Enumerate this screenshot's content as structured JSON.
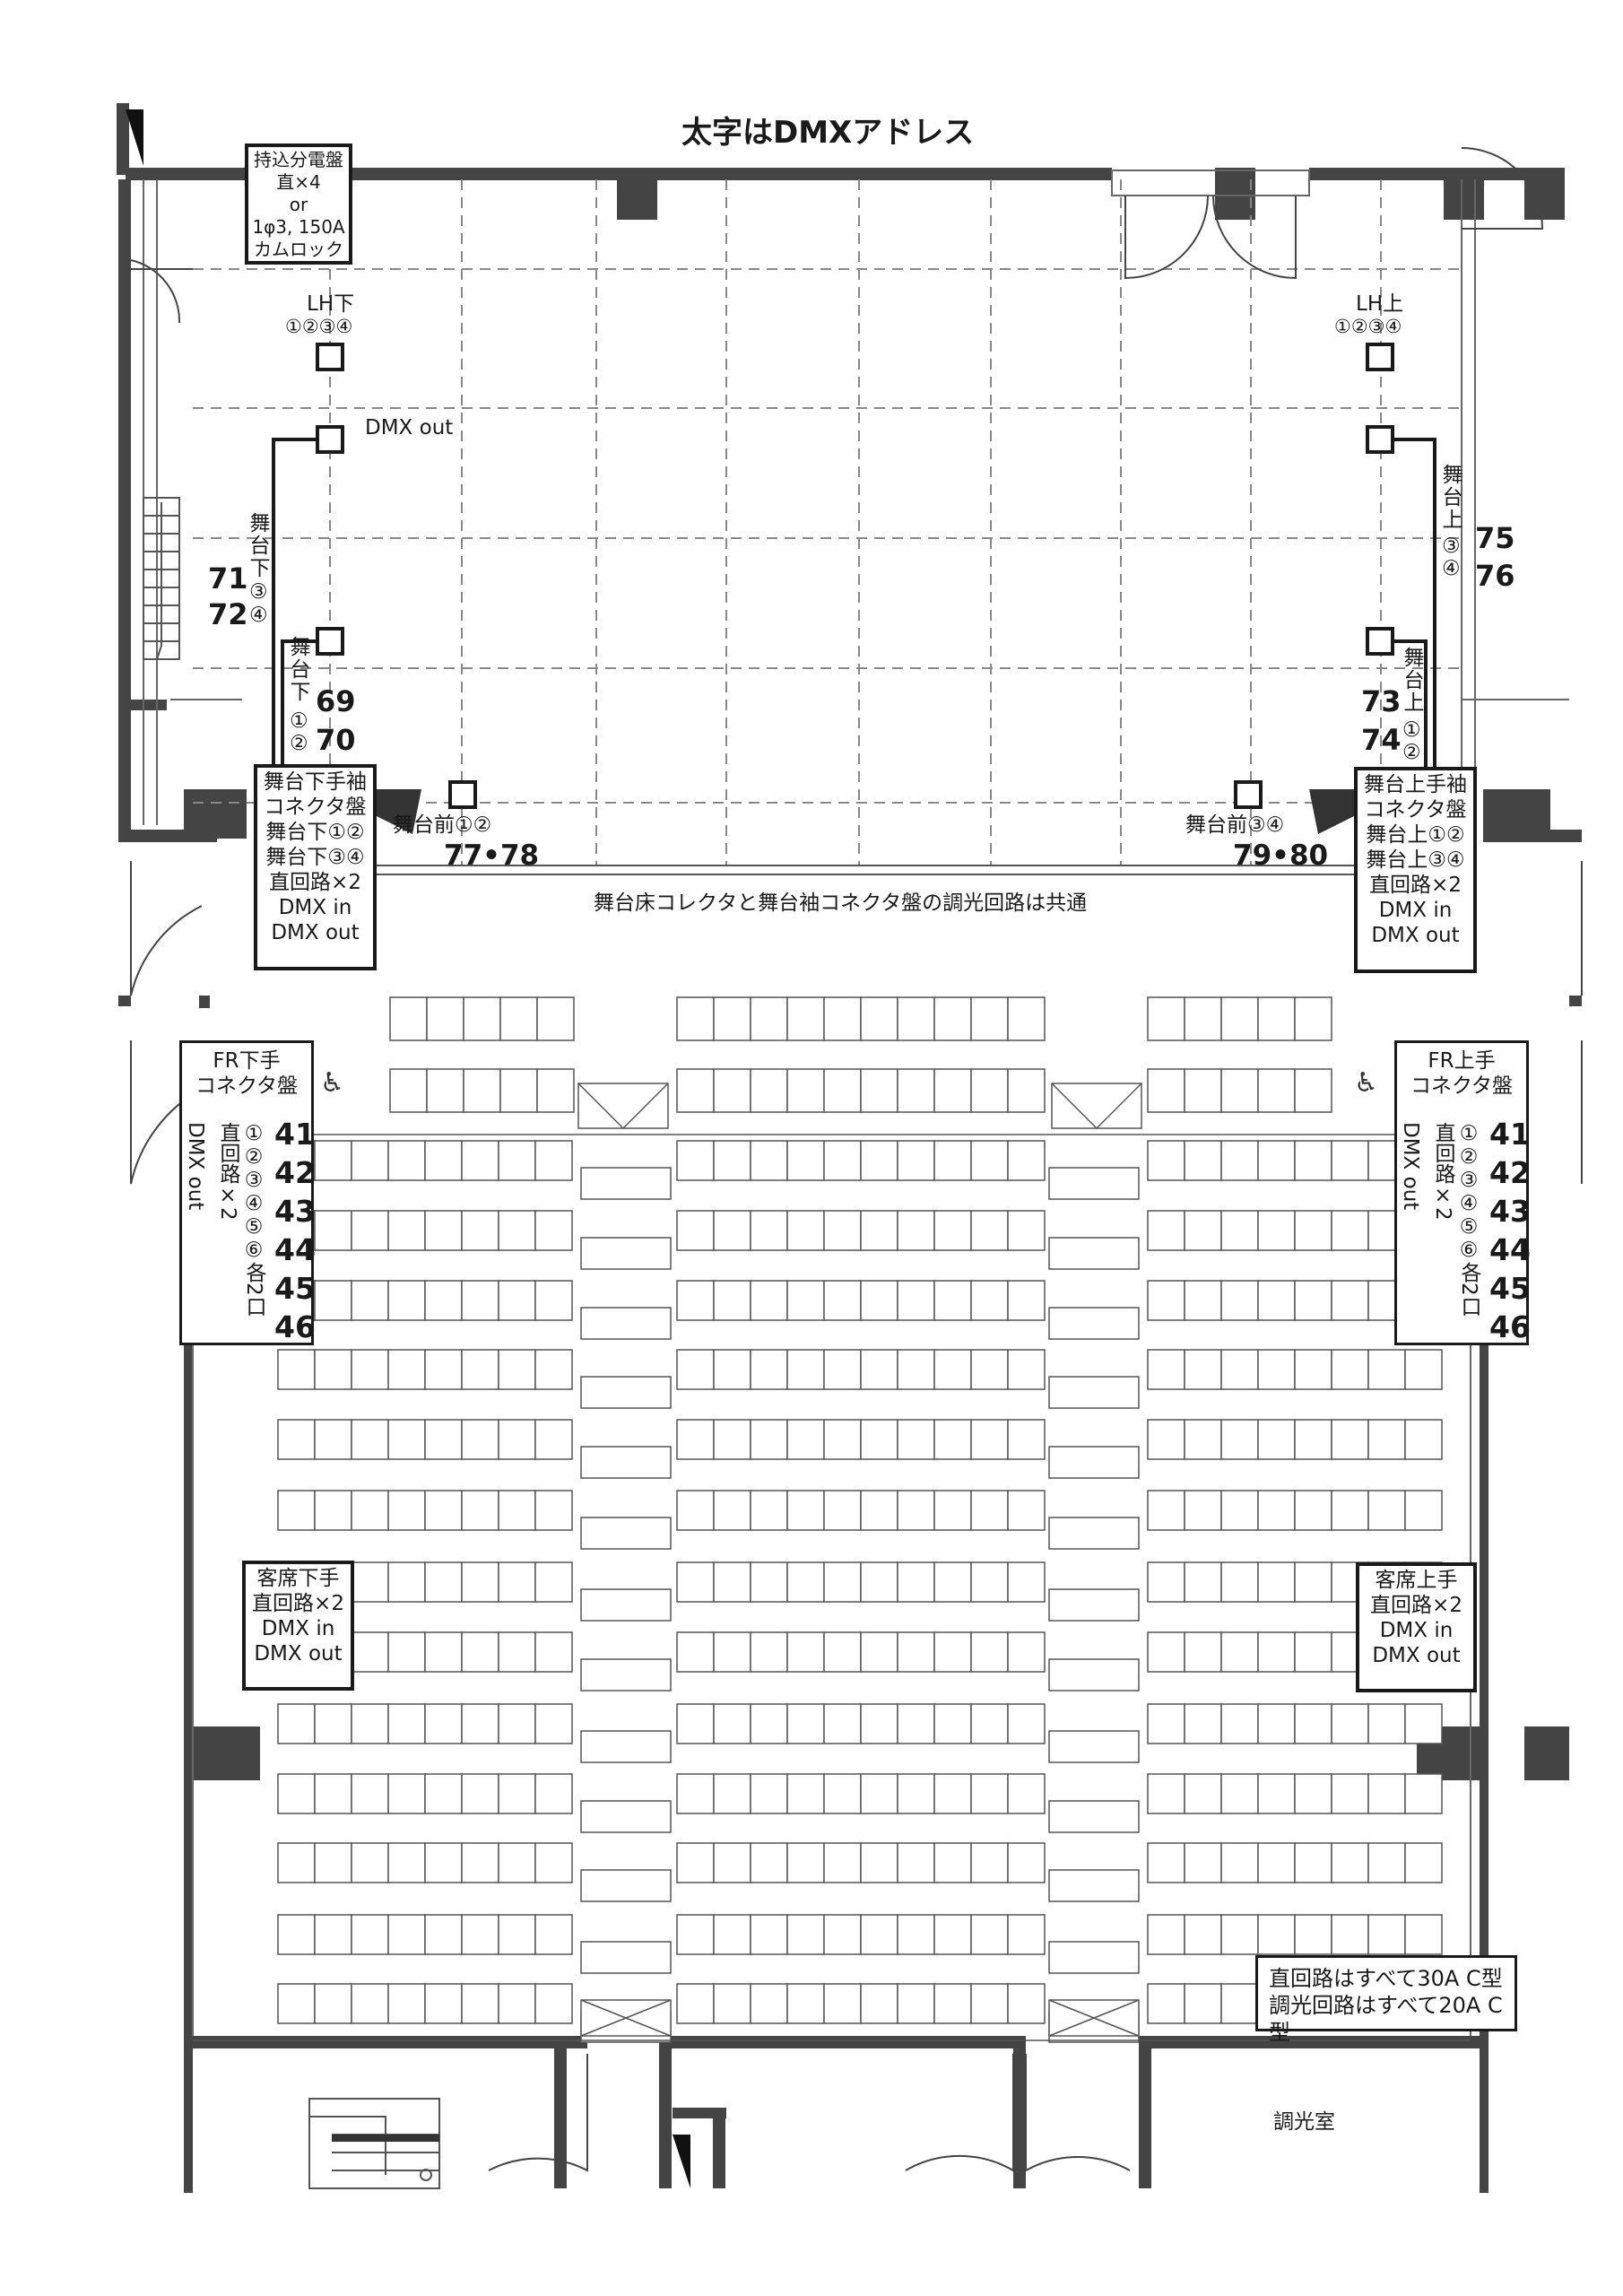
{
  "title": "太字はDMXアドレス",
  "power_panel": [
    "持込分電盤",
    "直×4",
    "or",
    "1φ3, 150A",
    "カムロック"
  ],
  "lh_left": {
    "label": "LH下",
    "circuits": "①②③④"
  },
  "lh_right": {
    "label": "LH上",
    "circuits": "①②③④"
  },
  "dmx_out": "DMX out",
  "stage_left_upper": {
    "vertical": [
      "舞",
      "台",
      "下"
    ],
    "addr": [
      "71",
      "72"
    ],
    "circ": [
      "③",
      "④"
    ]
  },
  "stage_left_lower": {
    "vertical": [
      "舞",
      "台",
      "下"
    ],
    "addr": [
      "69",
      "70"
    ],
    "circ": [
      "①",
      "②"
    ]
  },
  "stage_right_upper": {
    "vertical": [
      "舞",
      "台",
      "上"
    ],
    "circ": [
      "③",
      "④"
    ],
    "addr": [
      "75",
      "76"
    ]
  },
  "stage_right_lower": {
    "vertical": [
      "舞",
      "台",
      "上"
    ],
    "circ": [
      "①",
      "②"
    ],
    "addr": [
      "73",
      "74"
    ]
  },
  "front_left": {
    "label": "舞台前①②",
    "addr": "77•78"
  },
  "front_right": {
    "label": "舞台前③④",
    "addr": "79•80"
  },
  "wing_left": [
    "舞台下手袖",
    "コネクタ盤",
    "舞台下①②",
    "舞台下③④",
    "直回路×2",
    "DMX in",
    "DMX out"
  ],
  "wing_right": [
    "舞台上手袖",
    "コネクタ盤",
    "舞台上①②",
    "舞台上③④",
    "直回路×2",
    "DMX in",
    "DMX out"
  ],
  "common_note": "舞台床コレクタと舞台袖コネクタ盤の調光回路は共通",
  "fr_left": {
    "head": [
      "FR下手",
      "コネクタ盤"
    ],
    "dmx": "DMX out",
    "direct": "直回路×2",
    "circuits": "①②③④⑤⑥各2口",
    "addr": [
      "41",
      "42",
      "43",
      "44",
      "45",
      "46"
    ]
  },
  "fr_right": {
    "head": [
      "FR上手",
      "コネクタ盤"
    ],
    "dmx": "DMX out",
    "direct": "直回路×2",
    "circuits": "①②③④⑤⑥各2口",
    "addr": [
      "41",
      "42",
      "43",
      "44",
      "45",
      "46"
    ]
  },
  "house_left": [
    "客席下手",
    "直回路×2",
    "DMX in",
    "DMX out"
  ],
  "house_right": [
    "客席上手",
    "直回路×2",
    "DMX in",
    "DMX out"
  ],
  "spec_note": [
    "直回路はすべて30A C型",
    "調光回路はすべて20A C型"
  ],
  "control_room": "調光室",
  "icons": [
    "wheelchair-icon",
    "stair-icon",
    "door-swing-icon"
  ]
}
